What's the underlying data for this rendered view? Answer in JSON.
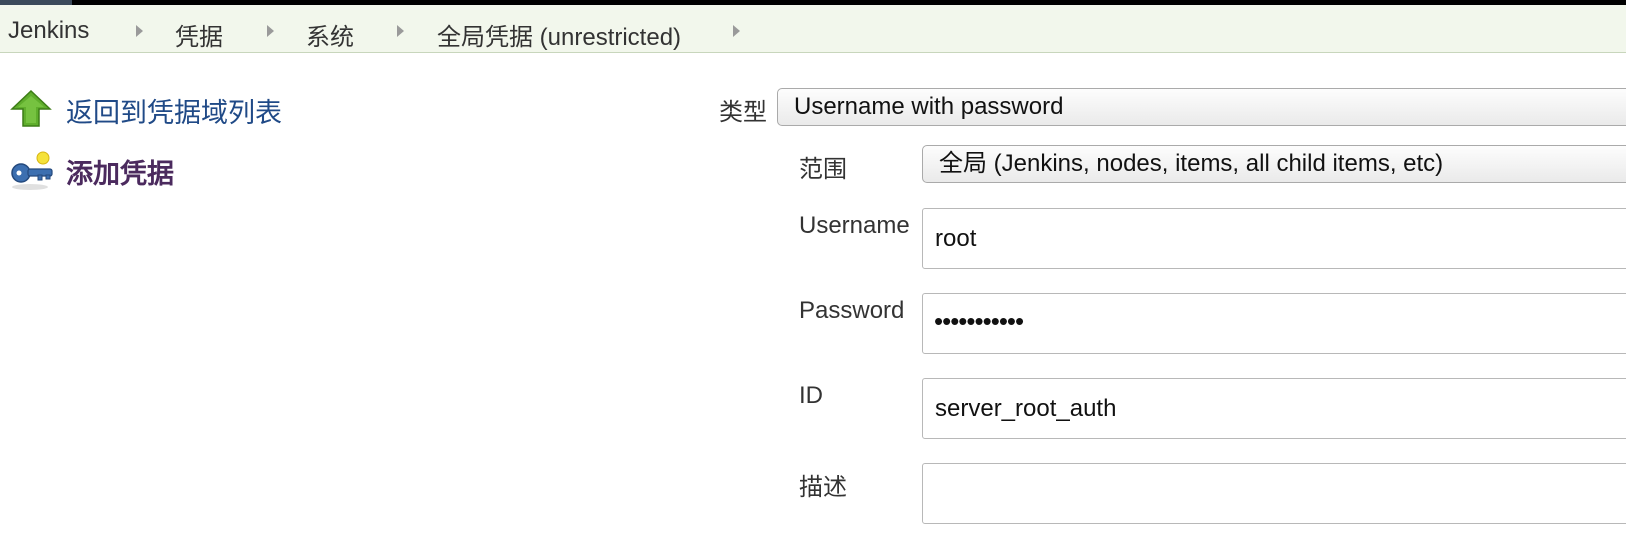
{
  "breadcrumb": {
    "items": [
      "Jenkins",
      "凭据",
      "系统",
      "全局凭据 (unrestricted)"
    ]
  },
  "sidebar": {
    "back_label": "返回到凭据域列表",
    "add_label": "添加凭据"
  },
  "form": {
    "kind_label": "类型",
    "kind_value": "Username with password",
    "scope_label": "范围",
    "scope_value": "全局 (Jenkins, nodes, items, all child items, etc)",
    "username_label": "Username",
    "username_value": "root",
    "password_label": "Password",
    "password_masked": "•••••••••••",
    "id_label": "ID",
    "id_value": "server_root_auth",
    "description_label": "描述",
    "description_value": ""
  },
  "colors": {
    "breadcrumb_bg": "#f2f7ec",
    "link": "#204a87",
    "add_link": "#4b2a5e"
  }
}
